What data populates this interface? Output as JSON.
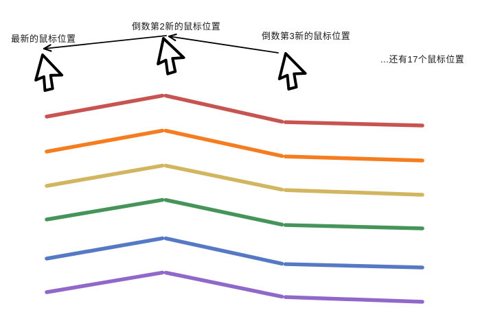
{
  "labels": {
    "latest": "最新的鼠标位置",
    "second": "倒数第2新的鼠标位置",
    "third": "倒数第3新的鼠标位置",
    "more": "...还有17个鼠标位置"
  },
  "diagram": {
    "background": "#ffffff",
    "ink_color": "#000000",
    "cursor_fill": "#ffffff",
    "cursors": [
      {
        "name": "latest-mouse-cursor",
        "tip": [
          62,
          80
        ],
        "rotation": 15
      },
      {
        "name": "second-mouse-cursor",
        "tip": [
          238,
          56
        ],
        "rotation": 12
      },
      {
        "name": "third-mouse-cursor",
        "tip": [
          416,
          78
        ],
        "rotation": 14
      }
    ],
    "direction_arrows": [
      {
        "name": "arrow-second-to-latest",
        "from": [
          242,
          52
        ],
        "to": [
          64,
          71
        ]
      },
      {
        "name": "arrow-third-to-second",
        "from": [
          405,
          77
        ],
        "to": [
          246,
          53
        ]
      }
    ],
    "trails": {
      "type": "line",
      "x": [
        68,
        239,
        413,
        615
      ],
      "stroke_width": 5.5,
      "joint_gap": 2.5,
      "series": [
        {
          "name": "trail-1",
          "color": "#c75450",
          "y": [
            170,
            139,
            178,
            183
          ]
        },
        {
          "name": "trail-2",
          "color": "#f57d1f",
          "y": [
            221,
            190,
            228,
            234
          ]
        },
        {
          "name": "trail-3",
          "color": "#d2b55f",
          "y": [
            271,
            241,
            277,
            284
          ]
        },
        {
          "name": "trail-4",
          "color": "#459459",
          "y": [
            320,
            291,
            328,
            333
          ]
        },
        {
          "name": "trail-5",
          "color": "#5579c4",
          "y": [
            377,
            347,
            385,
            390
          ]
        },
        {
          "name": "trail-6",
          "color": "#8f68c9",
          "y": [
            426,
            397,
            433,
            440
          ]
        }
      ]
    }
  }
}
